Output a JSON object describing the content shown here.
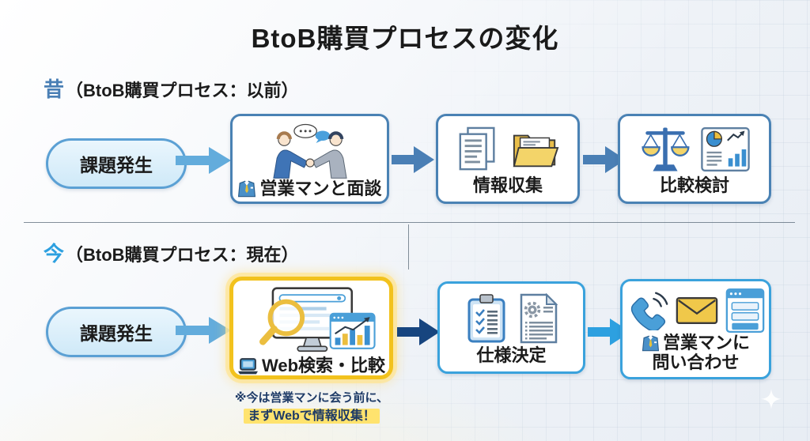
{
  "title": "BtoB購買プロセスの変化",
  "colors": {
    "title_text": "#1A1A1A",
    "past_accent": "#4A7FB5",
    "present_accent": "#2DA0E0",
    "pill_fill": "#D9EEFA",
    "pill_border": "#5BA0D4",
    "past_box_border": "#4A82B4",
    "present_box_border": "#3AA2DC",
    "web_box_border": "#F2C21D",
    "web_box_glow": "#FFE9A0",
    "arrow_light": "#63ACDC",
    "arrow_steel": "#4A7FB5",
    "arrow_navy": "#17457F",
    "arrow_bright": "#2DA0E0",
    "note_text": "#1D3A66",
    "note_highlight": "#FFE36E"
  },
  "past": {
    "heading_accent": "昔",
    "heading_rest": "（BtoB購買プロセス：以前）",
    "start_label": "課題発生",
    "steps": [
      {
        "label": "営業マンと面談",
        "icons": [
          "handshake-illustration",
          "suit-icon"
        ]
      },
      {
        "label": "情報収集",
        "icons": [
          "documents-icon",
          "folder-icon"
        ]
      },
      {
        "label": "比較検討",
        "icons": [
          "balance-scale-icon",
          "chart-card-icon"
        ]
      }
    ]
  },
  "present": {
    "heading_accent": "今",
    "heading_rest": "（BtoB購買プロセス：現在）",
    "start_label": "課題発生",
    "steps": [
      {
        "label": "Web検索・比較",
        "icons": [
          "web-search-illustration",
          "laptop-icon"
        ]
      },
      {
        "label": "仕様決定",
        "icons": [
          "clipboard-checklist-icon",
          "gear-document-icon"
        ]
      },
      {
        "label_line1": "営業マンに",
        "label_line2": "問い合わせ",
        "icons": [
          "phone-icon",
          "envelope-icon",
          "web-form-icon",
          "suit-icon"
        ]
      }
    ],
    "note_line1": "※今は営業マンに会う前に、",
    "note_line2": "まずWebで情報収集！"
  }
}
